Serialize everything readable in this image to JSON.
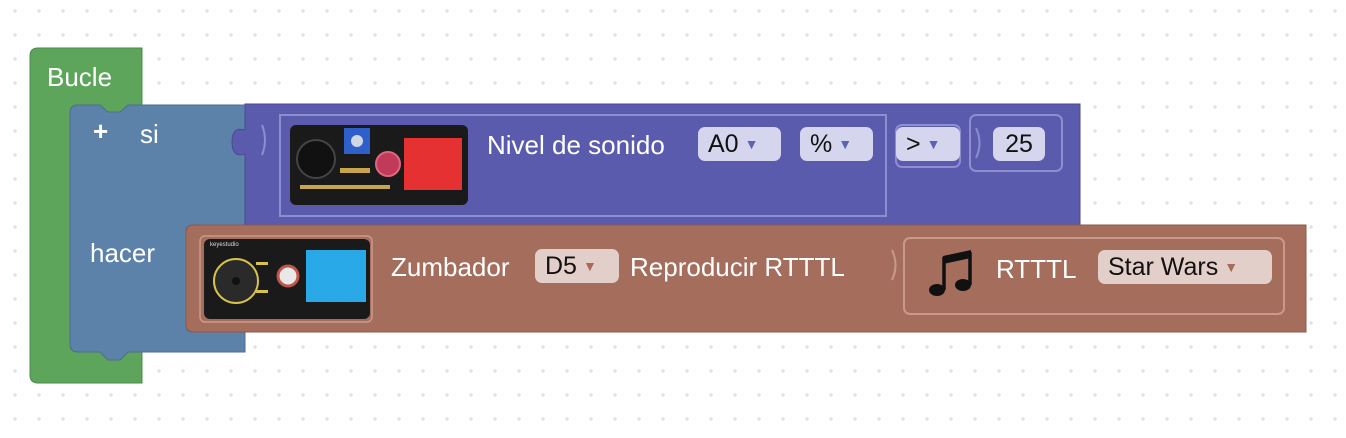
{
  "colors": {
    "loop": "#5ea55c",
    "if": "#5d82aa",
    "sensor": "#5b5bad",
    "buzzer": "#a56e5c",
    "grid": "#d7d7d7"
  },
  "loop_block": {
    "label": "Bucle"
  },
  "if_block": {
    "plus": "+",
    "if_label": "si",
    "do_label": "hacer"
  },
  "sound_block": {
    "label": "Nivel de sonido",
    "pin": "A0",
    "unit": "%",
    "image_icon": "microphone-sensor-module"
  },
  "compare_block": {
    "operator": ">"
  },
  "number_block": {
    "value": "25"
  },
  "buzzer_block": {
    "label": "Zumbador",
    "pin": "D5",
    "action": "Reproducir RTTTL",
    "image_icon": "buzzer-module",
    "module_text": "keyestudio"
  },
  "rtttl_block": {
    "label": "RTTTL",
    "song": "Star Wars",
    "icon": "music-note-icon"
  },
  "arrow_glyph": "▼"
}
